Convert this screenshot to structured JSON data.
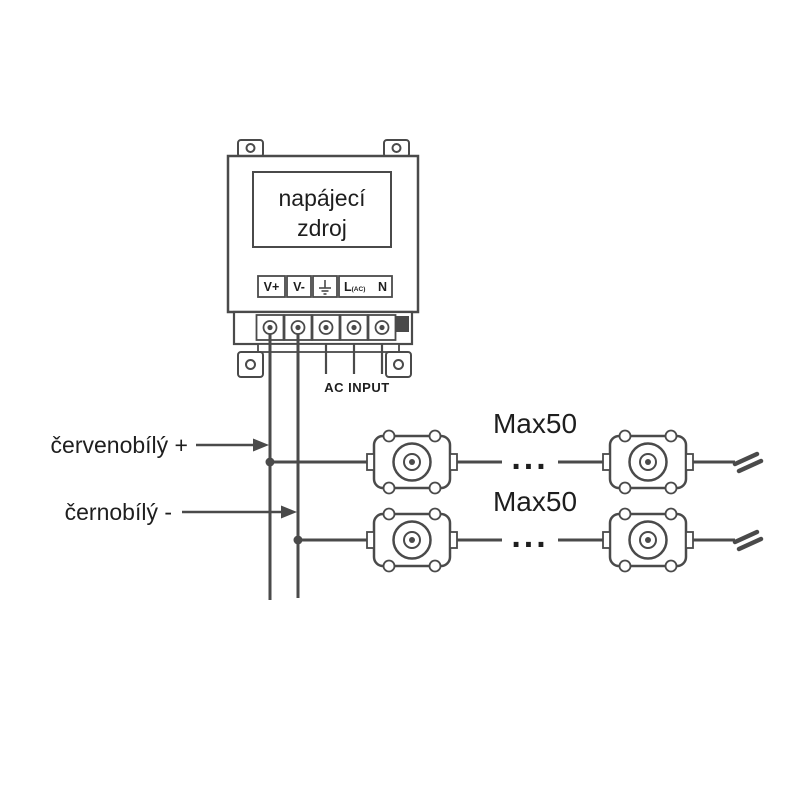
{
  "colors": {
    "line": "#4a4a4a",
    "text": "#1e1e1e"
  },
  "power_supply": {
    "name_line1": "napájecí",
    "name_line2": "zdroj",
    "terminal_vplus": "V+",
    "terminal_vminus": "V-",
    "ground_icon": "earth-ground-icon",
    "terminal_l": "L",
    "terminal_l_sub": "(AC)",
    "terminal_n": "N",
    "ac_input_label": "AC INPUT"
  },
  "wire_labels": {
    "positive": "červenobílý +",
    "negative": "černobílý -"
  },
  "module_rows": [
    {
      "max_label": "Max50",
      "ellipsis": "..."
    },
    {
      "max_label": "Max50",
      "ellipsis": "..."
    }
  ]
}
